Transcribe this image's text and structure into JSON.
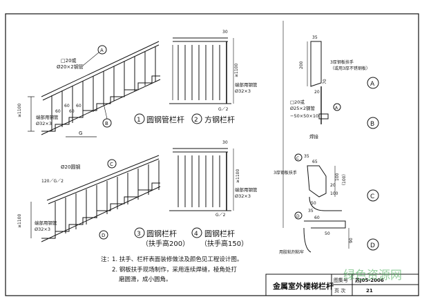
{
  "panels": {
    "p1": {
      "num": "1",
      "title": "圆钢管栏杆"
    },
    "p2": {
      "num": "2",
      "title": "方钢栏杆"
    },
    "p3": {
      "num": "3",
      "title": "圆钢栏杆",
      "sub": "（扶手高200）"
    },
    "p4": {
      "num": "4",
      "title": "圆钢栏杆",
      "sub": "（扶手高150）"
    }
  },
  "labels": {
    "sq20": "□20或",
    "tube20": "Ø20×2钢管",
    "end_tube": "端部用钢管",
    "tube32": "Ø32×3",
    "h1100": "≥1100",
    "d60a": "60",
    "d60b": "60",
    "d60c": "60",
    "d60d": "60",
    "g": "G",
    "rod20": "Ø20圆钢",
    "spacing": "120／G／2",
    "dim30a": "30",
    "dim30b": "30",
    "g2a": "G／2",
    "g2b": "G／2",
    "h1100b": "≥1100",
    "h1100c": "≥1100",
    "end_tube2": "端部用钢管",
    "tube32b": "Ø32×3",
    "end_tube3": "端部用钢管",
    "tube32c": "Ø32×3",
    "d35": "35",
    "d200": "200",
    "d70": "70",
    "d20": "20",
    "handrail3": "3厚钢板扶手",
    "handrail3b": "（或用3厚不锈钢板）",
    "sq20b": "□20或",
    "tube25": "Ø25×2钢管",
    "plate": "−50×50×10",
    "weld": "焊接",
    "d35b": "35",
    "d65": "65",
    "handrail3c": "3厚钢板扶手",
    "d100": "100",
    "d100b": "（100）",
    "d50": "50",
    "d20b": "20",
    "d100c": "100",
    "d35c": "35",
    "d60e": "60",
    "d50b": "50",
    "d90": "90",
    "bolt": "用胶粘剂粘牢"
  },
  "detail_markers": [
    {
      "letter": "A"
    },
    {
      "letter": "B"
    },
    {
      "letter": "C"
    },
    {
      "letter": "D"
    }
  ],
  "callouts": {
    "a1": "A",
    "b1": "B",
    "c1": "C",
    "d1": "D",
    "a2": "A",
    "b2": "B",
    "c2": "C",
    "d2": "D"
  },
  "notes": {
    "prefix": "注：",
    "n1": "1. 扶手、栏杆表面装修做法及颜色见工程设计图。",
    "n2a": "2. 钢板扶手现场制作，采用连续焊缝，棱角处打",
    "n2b": "磨圆滑，成小圆角。"
  },
  "title_block": {
    "title": "金属室外楼梯栏杆",
    "atlas_label": "图集号",
    "atlas_value": "苏J05-2006",
    "page_label": "页 次",
    "page_value": "21"
  },
  "watermark": "绿色资源网"
}
